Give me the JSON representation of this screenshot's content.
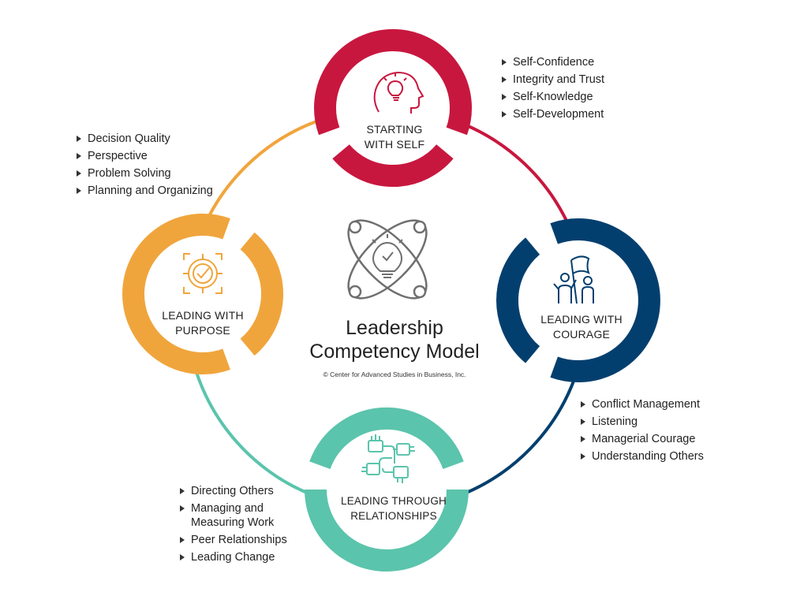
{
  "center": {
    "title": "Leadership\nCompetency Model",
    "copyright": "© Center for Advanced Studies in Business, Inc."
  },
  "colors": {
    "self": "#c8173f",
    "courage": "#033f6e",
    "relationships": "#5bc4ac",
    "purpose": "#f0a53c",
    "icon_center": "#6f6f6f"
  },
  "nodes": {
    "self": {
      "label": "STARTING\nWITH SELF",
      "icon": "head-lightbulb-icon",
      "items": [
        "Self-Confidence",
        "Integrity and Trust",
        "Self-Knowledge",
        "Self-Development"
      ]
    },
    "purpose": {
      "label": "LEADING WITH\nPURPOSE",
      "icon": "target-check-icon",
      "items": [
        "Decision Quality",
        "Perspective",
        "Problem Solving",
        "Planning and Organizing"
      ]
    },
    "courage": {
      "label": "LEADING WITH\nCOURAGE",
      "icon": "people-flag-icon",
      "items": [
        "Conflict Management",
        "Listening",
        "Managerial Courage",
        "Understanding Others"
      ]
    },
    "relationships": {
      "label": "LEADING THROUGH\nRELATIONSHIPS",
      "icon": "joined-hands-icon",
      "items": [
        "Directing Others",
        "Managing and\nMeasuring Work",
        "Peer Relationships",
        "Leading Change"
      ]
    }
  }
}
